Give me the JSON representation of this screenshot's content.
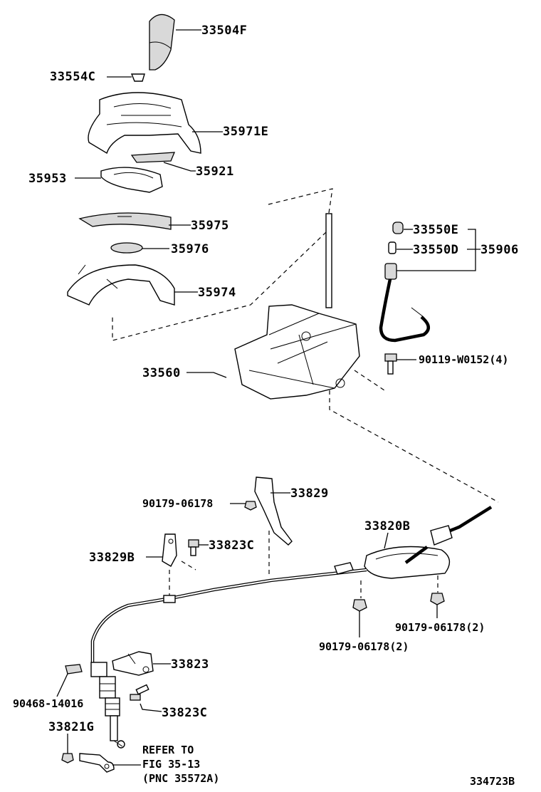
{
  "diagram": {
    "labels": {
      "p33504F": "33504F",
      "p33554C": "33554C",
      "p35971E": "35971E",
      "p35921": "35921",
      "p35953": "35953",
      "p35975": "35975",
      "p35976": "35976",
      "p35974": "35974",
      "p33550E": "33550E",
      "p33550D": "33550D",
      "p35906": "35906",
      "p90119": "90119-W0152(4)",
      "p33560": "33560",
      "p90179a": "90179-06178",
      "p33829": "33829",
      "p33820B": "33820B",
      "p33829B": "33829B",
      "p33823Ca": "33823C",
      "p90179b": "90179-06178(2)",
      "p90179c": "90179-06178(2)",
      "p33823": "33823",
      "p90468": "90468-14016",
      "p33823Cb": "33823C",
      "p33821G": "33821G",
      "refer1": "REFER TO",
      "refer2": "FIG 35-13",
      "refer3": "(PNC 35572A)",
      "figno": "334723B"
    },
    "icons": [
      "shift-knob",
      "shift-indicator-housing",
      "shift-lever-assembly",
      "control-cable",
      "bracket",
      "bolt",
      "nut",
      "clip"
    ],
    "colors": {
      "line": "#000000",
      "fill": "#ffffff",
      "shade": "#d9d9d9"
    }
  }
}
